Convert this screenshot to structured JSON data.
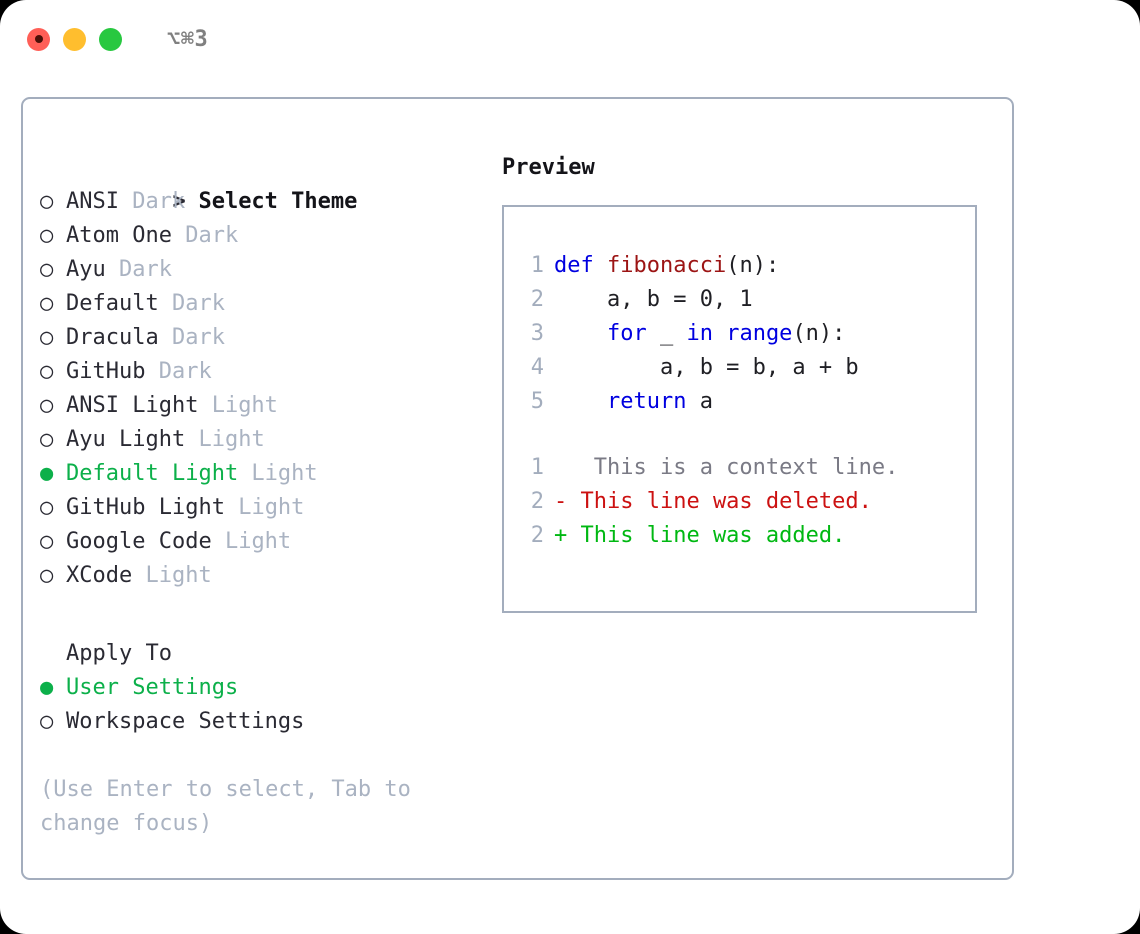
{
  "titlebar": {
    "shortcut": "⌥⌘3",
    "lights": [
      "close-red",
      "minimize-yellow",
      "maximize-green"
    ]
  },
  "theme_panel": {
    "header_marker": ">",
    "header": "Select Theme",
    "items": [
      {
        "marker": "○",
        "name": "ANSI",
        "badge": "Dark",
        "selected": false
      },
      {
        "marker": "○",
        "name": "Atom One",
        "badge": "Dark",
        "selected": false
      },
      {
        "marker": "○",
        "name": "Ayu",
        "badge": "Dark",
        "selected": false
      },
      {
        "marker": "○",
        "name": "Default",
        "badge": "Dark",
        "selected": false
      },
      {
        "marker": "○",
        "name": "Dracula",
        "badge": "Dark",
        "selected": false
      },
      {
        "marker": "○",
        "name": "GitHub",
        "badge": "Dark",
        "selected": false
      },
      {
        "marker": "○",
        "name": "ANSI Light",
        "badge": "Light",
        "selected": false
      },
      {
        "marker": "○",
        "name": "Ayu Light",
        "badge": "Light",
        "selected": false
      },
      {
        "marker": "●",
        "name": "Default Light",
        "badge": "Light",
        "selected": true
      },
      {
        "marker": "○",
        "name": "GitHub Light",
        "badge": "Light",
        "selected": false
      },
      {
        "marker": "○",
        "name": "Google Code",
        "badge": "Light",
        "selected": false
      },
      {
        "marker": "○",
        "name": "XCode",
        "badge": "Light",
        "selected": false
      }
    ],
    "apply_to": {
      "header": "Apply To",
      "options": [
        {
          "marker": "●",
          "label": "User Settings",
          "selected": true
        },
        {
          "marker": "○",
          "label": "Workspace Settings",
          "selected": false
        }
      ]
    },
    "hint": "(Use Enter to select, Tab to change focus)"
  },
  "preview": {
    "title": "Preview",
    "code": [
      {
        "num": "1",
        "kw": "def",
        "fname": " fibonacci",
        "plain": "(n):"
      },
      {
        "num": "2",
        "plain": "    a, b = 0, 1"
      },
      {
        "num": "3",
        "kw": "    for",
        "plain": " _ ",
        "kw2": "in range",
        "plain2": "(n):"
      },
      {
        "num": "4",
        "plain": "        a, b = b, a + b"
      },
      {
        "num": "5",
        "kw": "    return",
        "plain": " a"
      }
    ],
    "diff": [
      {
        "num": "1",
        "sign": " ",
        "text": "  This is a context line.",
        "type": "context"
      },
      {
        "num": "2",
        "sign": "-",
        "text": " This line was deleted.",
        "type": "deleted"
      },
      {
        "num": "2",
        "sign": "+",
        "text": " This line was added.",
        "type": "added"
      }
    ]
  },
  "colors": {
    "accent_green": "#0cb04a",
    "diff_add": "#00b812",
    "diff_del": "#cc1111",
    "keyword_blue": "#0000e0",
    "function_red": "#9c1414",
    "muted": "#aab3c2",
    "border": "#a3adbd"
  }
}
